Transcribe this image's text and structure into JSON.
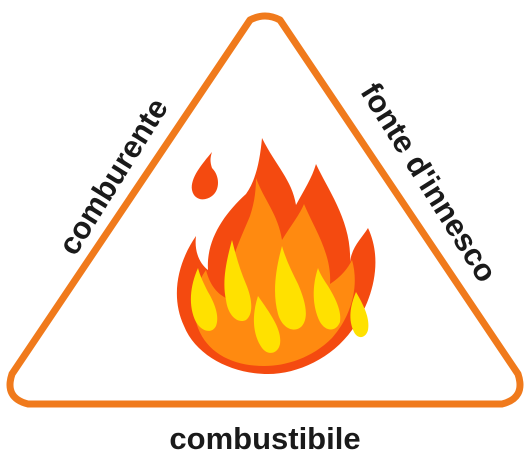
{
  "diagram": {
    "labels": {
      "left_side": "comburente",
      "right_side": "fonte d'innesco",
      "bottom": "combustibile"
    },
    "colors": {
      "triangle_stroke": "#f07a1c",
      "flame_outer": "#f44a10",
      "flame_middle": "#ff8a10",
      "flame_inner": "#ffe100",
      "text": "#1a1a1a"
    },
    "center_icon": "fire-icon"
  }
}
